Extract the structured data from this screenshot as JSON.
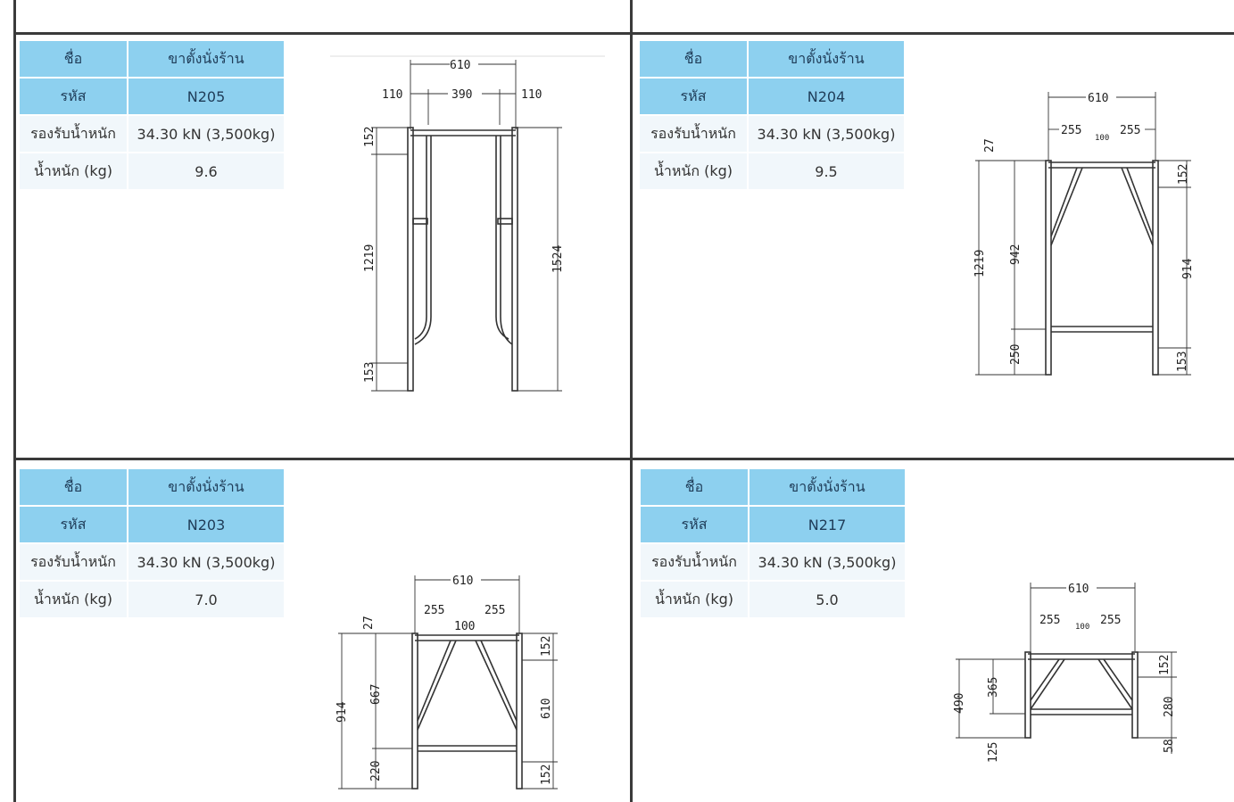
{
  "labels": {
    "name": "ชื่อ",
    "code": "รหัส",
    "load": "รองรับน้ำหนัก",
    "weight": "น้ำหนัก (kg)"
  },
  "items": [
    {
      "name": "ขาตั้งนั่งร้าน",
      "code": "N205",
      "load": "34.30 kN (3,500kg)",
      "weight": "9.6",
      "dims": {
        "width": "610",
        "a": "110",
        "b": "390",
        "c": "110",
        "top": "152",
        "mid": "1219",
        "bot": "153",
        "height": "1524"
      }
    },
    {
      "name": "ขาตั้งนั่งร้าน",
      "code": "N204",
      "load": "34.30 kN (3,500kg)",
      "weight": "9.5",
      "dims": {
        "width": "610",
        "a": "255",
        "b": "100",
        "c": "255",
        "t1": "27",
        "h1": "1219",
        "h2": "942",
        "h3": "250",
        "r1": "152",
        "r2": "914",
        "r3": "153"
      }
    },
    {
      "name": "ขาตั้งนั่งร้าน",
      "code": "N203",
      "load": "34.30 kN (3,500kg)",
      "weight": "7.0",
      "dims": {
        "width": "610",
        "a": "255",
        "b": "100",
        "c": "255",
        "t1": "27",
        "h1": "914",
        "h2": "667",
        "h3": "220",
        "r1": "152",
        "r2": "610",
        "r3": "152"
      }
    },
    {
      "name": "ขาตั้งนั่งร้าน",
      "code": "N217",
      "load": "34.30 kN (3,500kg)",
      "weight": "5.0",
      "dims": {
        "width": "610",
        "a": "255",
        "b": "100",
        "c": "255",
        "h1": "490",
        "h2": "365",
        "h3": "125",
        "r1": "152",
        "r2": "280",
        "r3": "58"
      }
    }
  ]
}
